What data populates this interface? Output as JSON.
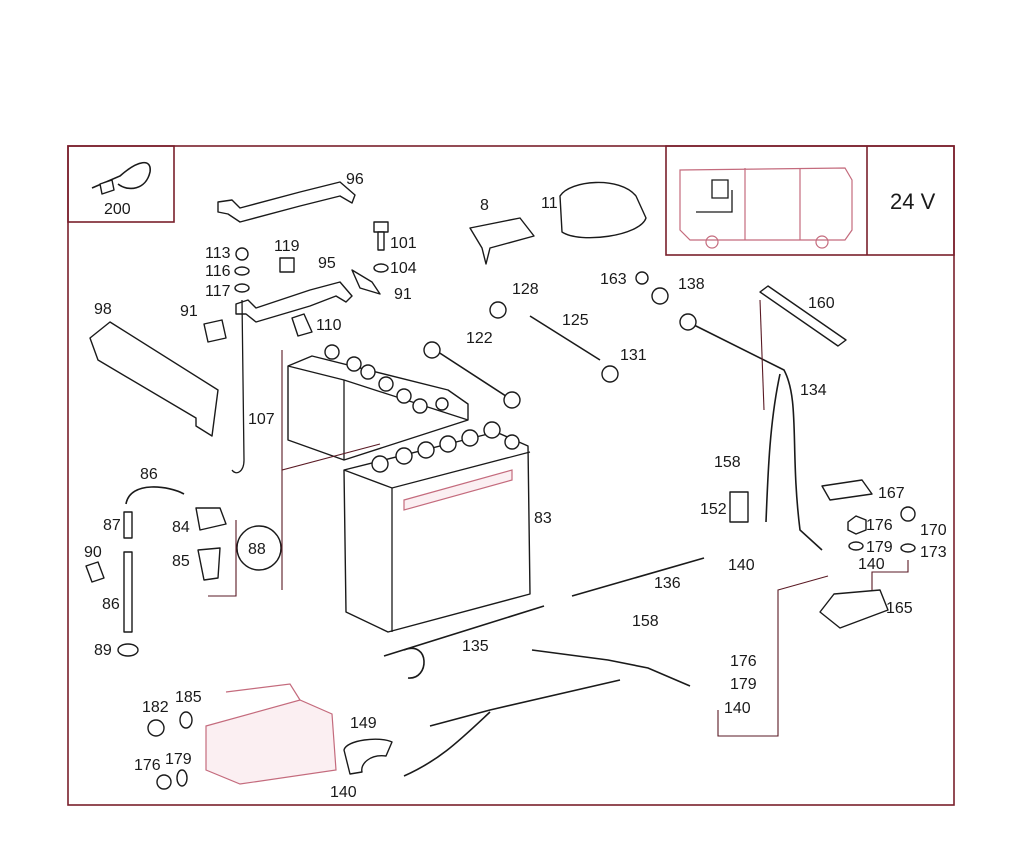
{
  "voltage_label": "24 V",
  "callouts": [
    {
      "id": "c200",
      "text": "200"
    },
    {
      "id": "c96",
      "text": "96"
    },
    {
      "id": "c8",
      "text": "8"
    },
    {
      "id": "c11",
      "text": "11"
    },
    {
      "id": "c101",
      "text": "101"
    },
    {
      "id": "c104",
      "text": "104"
    },
    {
      "id": "c113",
      "text": "113"
    },
    {
      "id": "c116",
      "text": "116"
    },
    {
      "id": "c117",
      "text": "117"
    },
    {
      "id": "c119",
      "text": "119"
    },
    {
      "id": "c95",
      "text": "95"
    },
    {
      "id": "c91a",
      "text": "91"
    },
    {
      "id": "c91b",
      "text": "91"
    },
    {
      "id": "c98",
      "text": "98"
    },
    {
      "id": "c110",
      "text": "110"
    },
    {
      "id": "c128",
      "text": "128"
    },
    {
      "id": "c125",
      "text": "125"
    },
    {
      "id": "c122",
      "text": "122"
    },
    {
      "id": "c131",
      "text": "131"
    },
    {
      "id": "c163",
      "text": "163"
    },
    {
      "id": "c138",
      "text": "138"
    },
    {
      "id": "c160",
      "text": "160"
    },
    {
      "id": "c134",
      "text": "134"
    },
    {
      "id": "c107",
      "text": "107"
    },
    {
      "id": "c158a",
      "text": "158"
    },
    {
      "id": "c86a",
      "text": "86"
    },
    {
      "id": "c87",
      "text": "87"
    },
    {
      "id": "c84",
      "text": "84"
    },
    {
      "id": "c88",
      "text": "88"
    },
    {
      "id": "c85",
      "text": "85"
    },
    {
      "id": "c90",
      "text": "90"
    },
    {
      "id": "c86b",
      "text": "86"
    },
    {
      "id": "c89",
      "text": "89"
    },
    {
      "id": "c83",
      "text": "83"
    },
    {
      "id": "c152",
      "text": "152"
    },
    {
      "id": "c167",
      "text": "167"
    },
    {
      "id": "c176a",
      "text": "176"
    },
    {
      "id": "c170",
      "text": "170"
    },
    {
      "id": "c179a",
      "text": "179"
    },
    {
      "id": "c173",
      "text": "173"
    },
    {
      "id": "c140a",
      "text": "140"
    },
    {
      "id": "c140b",
      "text": "140"
    },
    {
      "id": "c136",
      "text": "136"
    },
    {
      "id": "c165",
      "text": "165"
    },
    {
      "id": "c135",
      "text": "135"
    },
    {
      "id": "c158b",
      "text": "158"
    },
    {
      "id": "c176b",
      "text": "176"
    },
    {
      "id": "c179b",
      "text": "179"
    },
    {
      "id": "c140c",
      "text": "140"
    },
    {
      "id": "c149",
      "text": "149"
    },
    {
      "id": "c182",
      "text": "182"
    },
    {
      "id": "c185",
      "text": "185"
    },
    {
      "id": "c176c",
      "text": "176"
    },
    {
      "id": "c179c",
      "text": "179"
    },
    {
      "id": "c140d",
      "text": "140"
    }
  ],
  "colors": {
    "frame": "#7a1f2b",
    "highlight": "#c46b7d",
    "line": "#1a1a1a"
  }
}
